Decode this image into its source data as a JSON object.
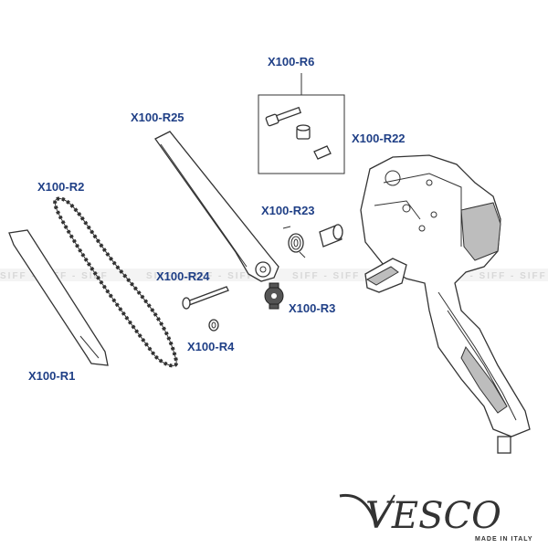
{
  "watermark": "SIFF - SIFF - SIFF",
  "parts": {
    "r6": "X100-R6",
    "r25": "X100-R25",
    "r22": "X100-R22",
    "r2": "X100-R2",
    "r23": "X100-R23",
    "r24": "X100-R24",
    "r3": "X100-R3",
    "r4": "X100-R4",
    "r1": "X100-R1"
  },
  "brand": {
    "name": "VESCO",
    "tagline": "MADE IN ITALY"
  }
}
